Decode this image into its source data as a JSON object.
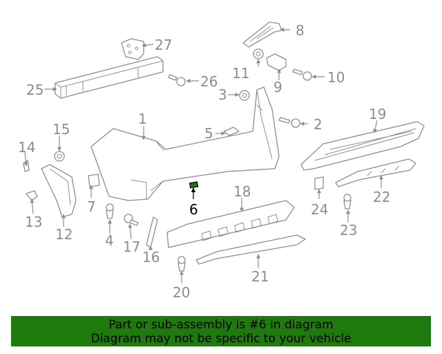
{
  "diagram": {
    "highlighted_part": "6",
    "callouts": [
      "1",
      "2",
      "3",
      "4",
      "5",
      "6",
      "7",
      "8",
      "9",
      "10",
      "11",
      "12",
      "13",
      "14",
      "15",
      "16",
      "17",
      "18",
      "19",
      "20",
      "21",
      "22",
      "23",
      "24",
      "25",
      "26",
      "27"
    ]
  },
  "banner": {
    "line1": "Part or sub-assembly is #6 in diagram",
    "line2": "Diagram may not be specific to your vehicle"
  },
  "colors": {
    "banner": "#1f7a0d",
    "highlight_part": "#1f7a0d",
    "line_art": "#8c8c8c"
  }
}
